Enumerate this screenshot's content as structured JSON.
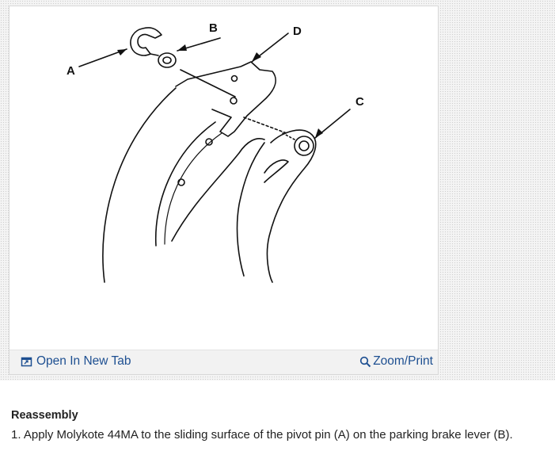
{
  "figure": {
    "callouts": {
      "a": "A",
      "b": "B",
      "c": "C",
      "d": "D"
    }
  },
  "toolbar": {
    "open_label": "Open In New Tab",
    "open_icon": "open-new-tab-icon",
    "zoom_label": "Zoom/Print",
    "zoom_icon": "magnifier-icon"
  },
  "content": {
    "heading": "Reassembly",
    "step_1": "1. Apply Molykote 44MA to the sliding surface of the pivot pin (A) on the parking brake lever (B)."
  },
  "colors": {
    "link": "#1d4f91",
    "text": "#222222",
    "line_art": "#111111",
    "toolbar_bg": "#f2f2f2"
  }
}
